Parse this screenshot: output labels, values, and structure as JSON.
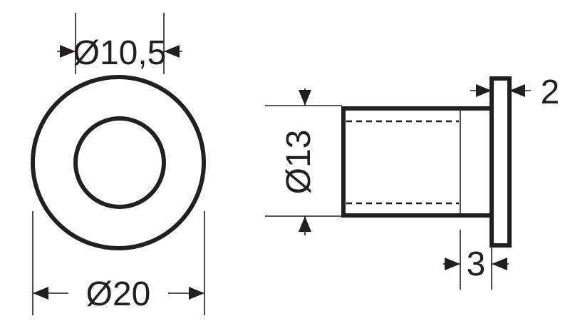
{
  "colors": {
    "line": "#231f20",
    "background": "#ffffff"
  },
  "dimensions": {
    "inner_diameter": "Ø10,5",
    "outer_diameter": "Ø20",
    "shank_diameter": "Ø13",
    "flange_thickness": "2",
    "flange_offset": "3"
  }
}
